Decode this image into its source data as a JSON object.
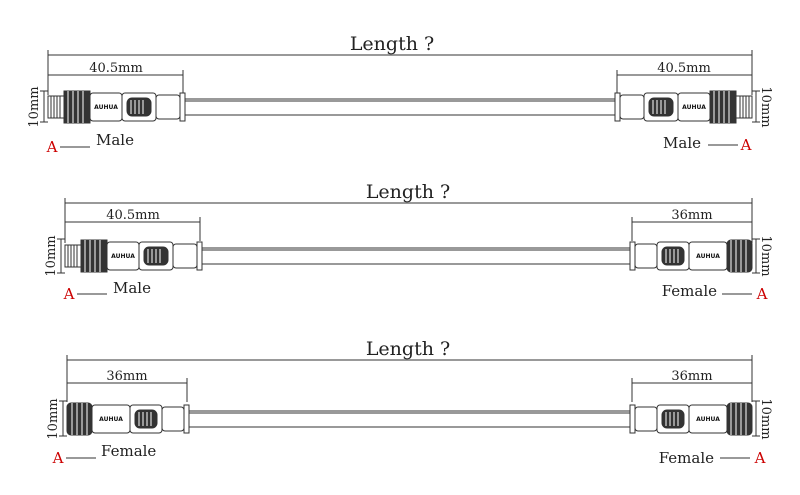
{
  "cables": [
    {
      "length_label": "Length ?",
      "left": {
        "dim": "40.5mm",
        "side": "10mm",
        "label": "Male",
        "tag": "A"
      },
      "right": {
        "dim": "40.5mm",
        "side": "10mm",
        "label": "Male",
        "tag": "A"
      }
    },
    {
      "length_label": "Length ?",
      "left": {
        "dim": "40.5mm",
        "side": "10mm",
        "label": "Male",
        "tag": "A"
      },
      "right": {
        "dim": "36mm",
        "side": "10mm",
        "label": "Female",
        "tag": "A"
      }
    },
    {
      "length_label": "Length ?",
      "left": {
        "dim": "36mm",
        "side": "10mm",
        "label": "Female",
        "tag": "A"
      },
      "right": {
        "dim": "36mm",
        "side": "10mm",
        "label": "Female",
        "tag": "A"
      }
    }
  ],
  "brand_text": "AUHUA",
  "colors": {
    "line": "#333333",
    "tag": "#cc0000",
    "body": "#ffffff"
  }
}
